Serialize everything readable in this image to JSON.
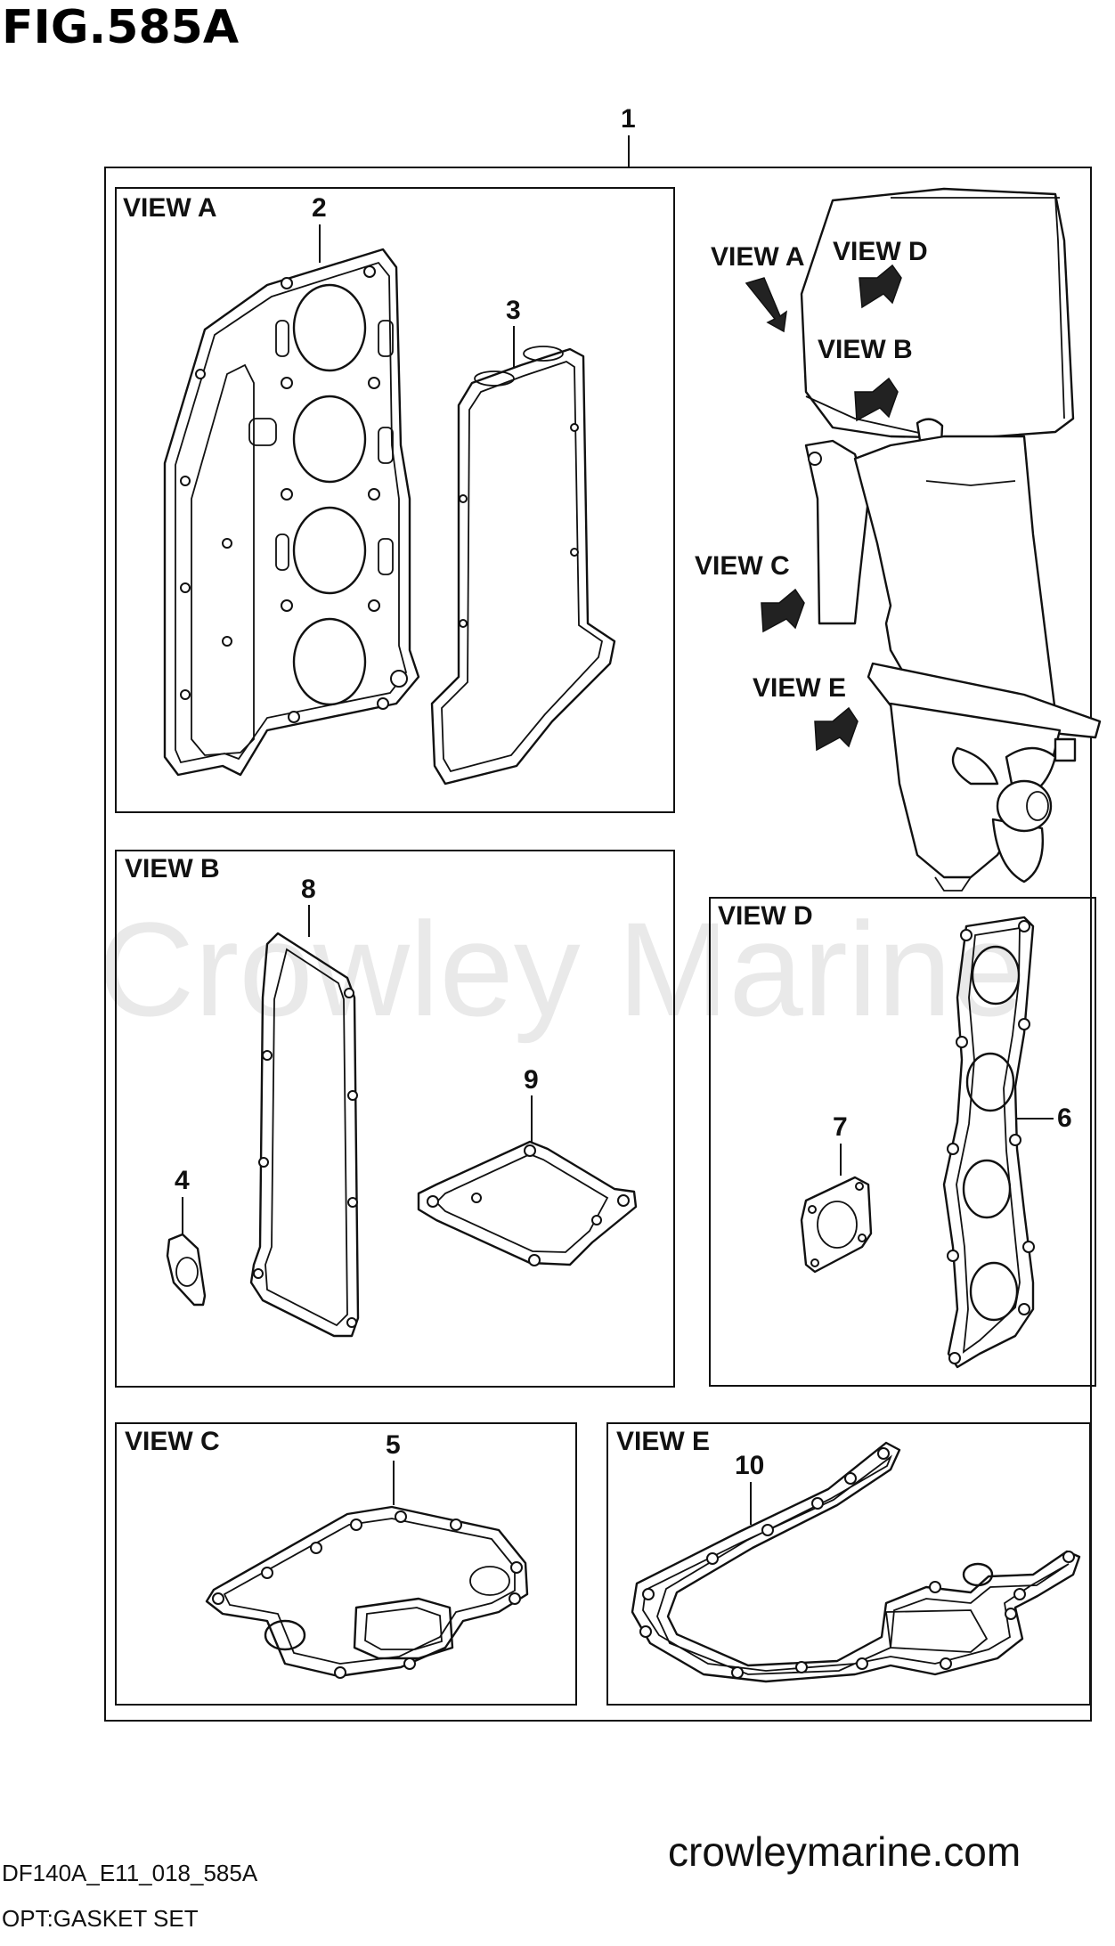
{
  "figure": {
    "title": "FIG.585A"
  },
  "watermark": "Crowley Marine",
  "views": {
    "a": "VIEW A",
    "b": "VIEW B",
    "c": "VIEW C",
    "d": "VIEW D",
    "e": "VIEW E"
  },
  "motor_labels": {
    "a": "VIEW A",
    "b": "VIEW B",
    "c": "VIEW C",
    "d": "VIEW D",
    "e": "VIEW E"
  },
  "callouts": {
    "p1": "1",
    "p2": "2",
    "p3": "3",
    "p4": "4",
    "p5": "5",
    "p6": "6",
    "p7": "7",
    "p8": "8",
    "p9": "9",
    "p10": "10"
  },
  "footer": {
    "code": "DF140A_E11_018_585A",
    "caption": "OPT:GASKET SET",
    "site": "crowleymarine.com"
  }
}
